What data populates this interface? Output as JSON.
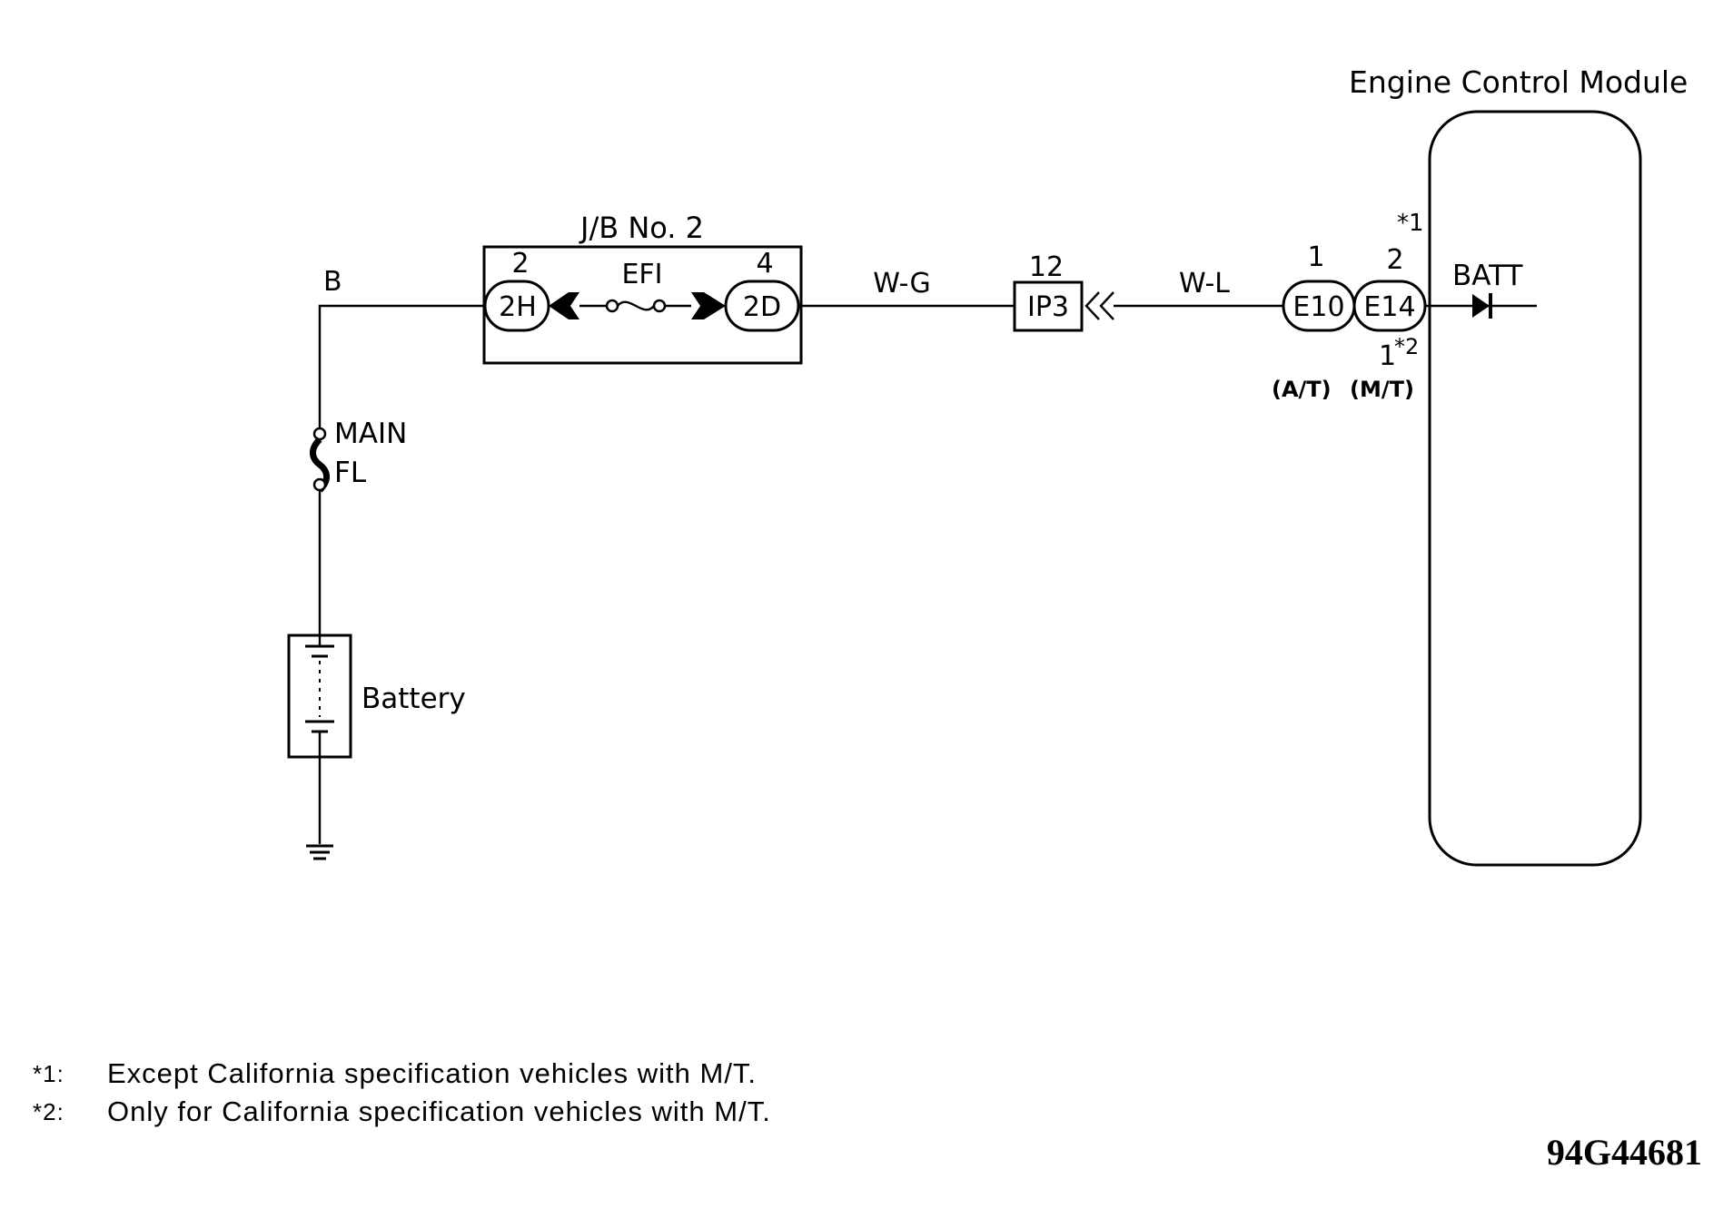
{
  "ecm": {
    "title": "Engine Control Module",
    "batt": "BATT"
  },
  "junction_block": {
    "title": "J/B No. 2",
    "fuse": "EFI",
    "pin_left": "2",
    "pin_right": "4",
    "conn_left": "2H",
    "conn_right": "2D"
  },
  "wires": {
    "battery_wire": "B",
    "jb_to_ip3": "W-G",
    "ip3_to_ecm": "W-L"
  },
  "ip3": {
    "label": "IP3",
    "pin": "12"
  },
  "e10": {
    "label": "E10",
    "pin": "1",
    "variant": "(A/T)"
  },
  "e14": {
    "label": "E14",
    "pin_top": "2",
    "pin_bottom": "1",
    "variant": "(M/T)",
    "star_top": "*1",
    "star_bottom": "*2"
  },
  "main_fuse": {
    "line1": "MAIN",
    "line2": "FL"
  },
  "battery": {
    "label": "Battery"
  },
  "footnotes": [
    {
      "mark": "*1:",
      "text": "Except California specification vehicles with M/T."
    },
    {
      "mark": "*2:",
      "text": "Only for California specification vehicles with M/T."
    }
  ],
  "figure_id": "94G44681"
}
